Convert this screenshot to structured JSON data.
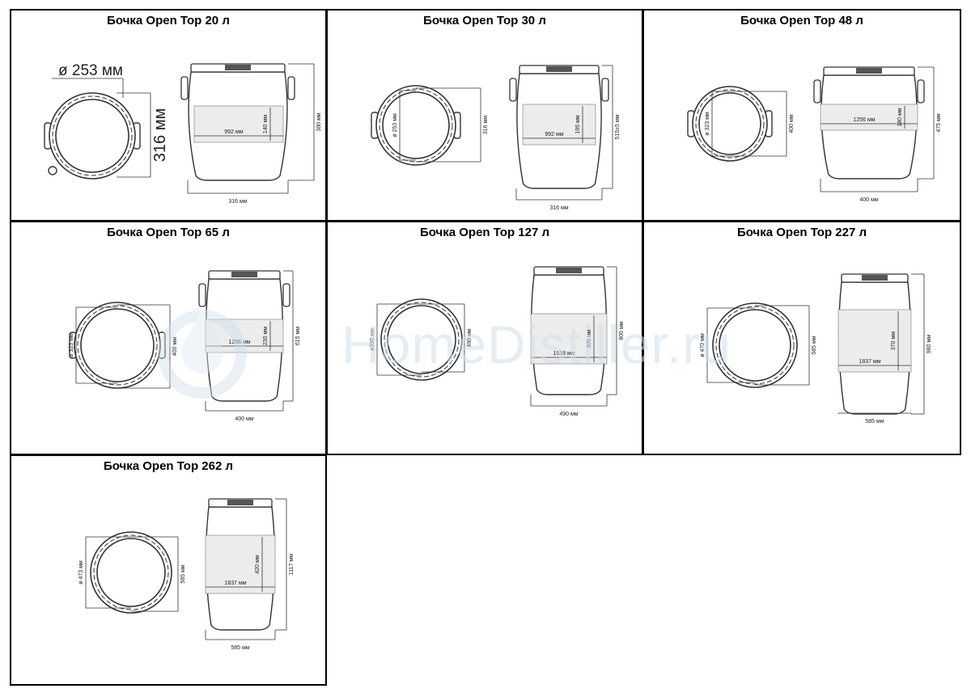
{
  "panels": [
    {
      "id": "p20",
      "title": "Бочка Open Top 20 л",
      "dia": "ø 253 мм",
      "ring": "316 мм",
      "band_w": "992 мм",
      "band_h": "140 мм",
      "height": "380 мм",
      "base": "316 мм",
      "big": true
    },
    {
      "id": "p30",
      "title": "Бочка Open Top 30 л",
      "dia": "ø 253 мм",
      "ring": "316 мм",
      "band_w": "992 мм",
      "band_h": "195 мм",
      "height": "515±5 мм",
      "base": "316 мм"
    },
    {
      "id": "p48",
      "title": "Бочка Open Top 48 л",
      "dia": "ø 323 мм",
      "ring": "400 мм",
      "band_w": "1256 мм",
      "band_h": "180 мм",
      "height": "475 мм",
      "base": "400 мм"
    },
    {
      "id": "p65",
      "title": "Бочка Open Top 65 л",
      "dia": "ø 323 мм",
      "ring": "400 мм",
      "band_w": "1256 мм",
      "band_h": "230 мм",
      "height": "615 мм",
      "base": "400 мм"
    },
    {
      "id": "p127",
      "title": "Бочка Open Top 127 л",
      "dia": "ø390 мм",
      "ring": "490 мм",
      "band_w": "1538 мм",
      "band_h": "305 мм",
      "height": "800 мм",
      "base": "490 мм"
    },
    {
      "id": "p227",
      "title": "Бочка Open Top 227 л",
      "dia": "ø 470 мм",
      "ring": "585 мм",
      "band_w": "1837 мм",
      "band_h": "370 мм",
      "height": "980 мм",
      "base": "585 мм"
    },
    {
      "id": "p262",
      "title": "Бочка Open Top 262 л",
      "dia": "ø 473 мм",
      "ring": "585 мм",
      "band_w": "1837 мм",
      "band_h": "420 мм",
      "height": "1117 мм",
      "base": "585 мм"
    }
  ],
  "watermark": {
    "text": "HomeDistiller.ru"
  }
}
